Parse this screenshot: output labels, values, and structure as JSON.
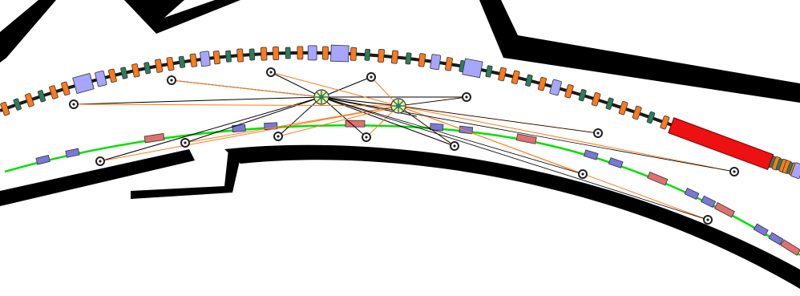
{
  "diagram": {
    "kind": "accelerator beamline alignment network",
    "text_labels": [],
    "colors": {
      "background": "#ffffff",
      "tunnel_wall": "#000000",
      "beamline": "#1a1a1a",
      "second_beamline": "#00e000",
      "quadrupole": "#ff7a1a",
      "sextupole": "#2f7d5a",
      "corrector": "#a6a6ff",
      "dipole": "#ee1111",
      "lower_magnet_blue": "#7a78d6",
      "lower_magnet_red": "#e07070",
      "sight_line_black": "#000000",
      "sight_line_orange": "#ff7a1a",
      "instrument_station": "#f0f0a0",
      "target_marker": "#202020"
    },
    "instrument_station_icon": "total-station-icon",
    "target_icon": "survey-target-icon",
    "instrument_count": 2,
    "target_count": 16,
    "sight_line_count": 34
  }
}
